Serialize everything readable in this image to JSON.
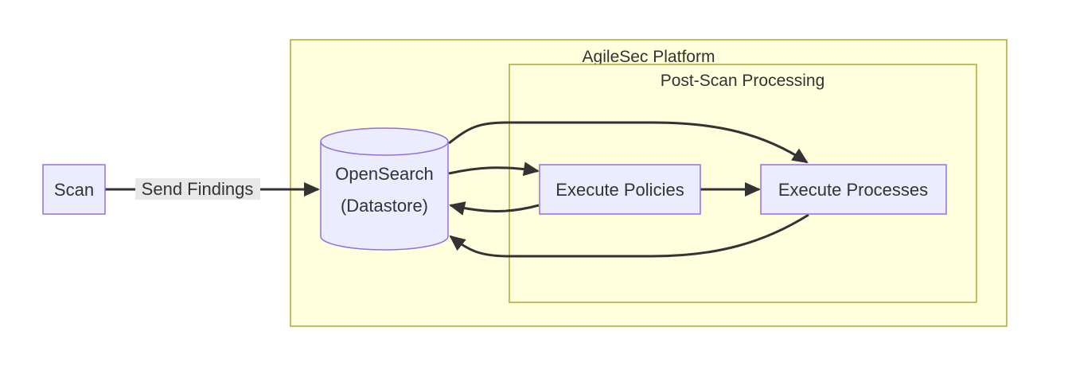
{
  "clusters": {
    "platform": {
      "label": "AgileSec Platform"
    },
    "post_scan": {
      "label": "Post-Scan Processing"
    }
  },
  "nodes": {
    "scan": {
      "label": "Scan"
    },
    "opensearch": {
      "line1": "OpenSearch",
      "line2": "(Datastore)"
    },
    "execute_policies": {
      "label": "Execute Policies"
    },
    "execute_processes": {
      "label": "Execute Processes"
    }
  },
  "edges": {
    "send_findings": {
      "label": "Send Findings"
    }
  },
  "colors": {
    "node_fill": "#ececff",
    "node_stroke": "#9370db",
    "cluster_fill": "#ffffde",
    "cluster_stroke": "#aaaa33",
    "edge": "#333333",
    "text": "#333333"
  }
}
